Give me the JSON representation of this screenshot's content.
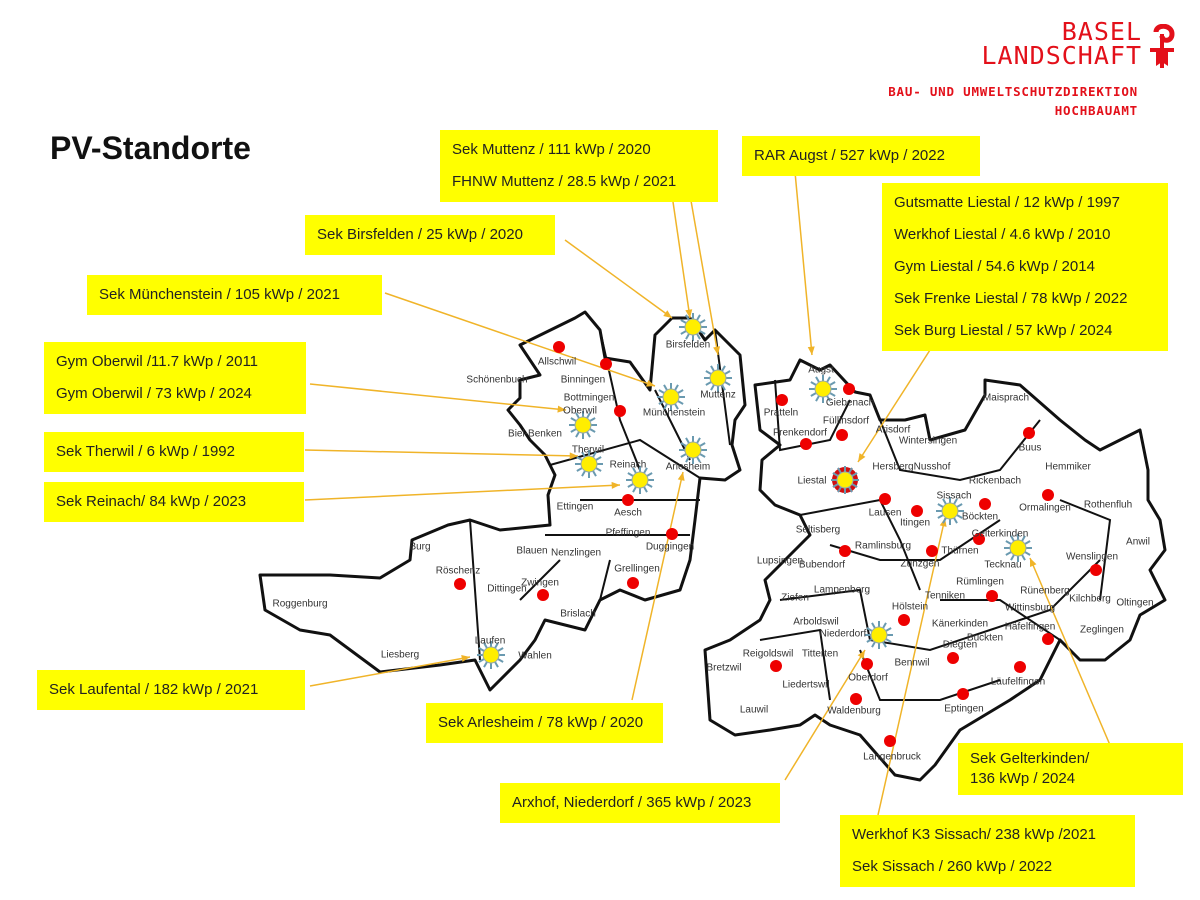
{
  "title": "PV-Standorte",
  "logo": {
    "line1": "BASEL",
    "line2": "LANDSCHAFT",
    "dept1": "BAU- UND UMWELTSCHUTZDIREKTION",
    "dept2": "HOCHBAUAMT"
  },
  "colors": {
    "box": "#ffff00",
    "logo": "#e3101a",
    "dot": "#ee0000",
    "arrow": "#f0b429",
    "sun": "#ffee00"
  },
  "municipalities": [
    "Allschwil",
    "Schönenbuch",
    "Binningen",
    "Bottmingen",
    "Oberwil",
    "Biel-Benken",
    "Therwil",
    "Reinach",
    "Arlesheim",
    "Münchenstein",
    "Birsfelden",
    "Muttenz",
    "Ettingen",
    "Aesch",
    "Pfeffingen",
    "Duggingen",
    "Blauen",
    "Nenzlingen",
    "Grellingen",
    "Burg",
    "Röschenz",
    "Dittingen",
    "Zwingen",
    "Brislach",
    "Roggenburg",
    "Liesberg",
    "Laufen",
    "Wahlen",
    "Pratteln",
    "Augst",
    "Giebenach",
    "Füllinsdorf",
    "Frenkendorf",
    "Arisdorf",
    "Liestal",
    "Hersberg",
    "Nusshof",
    "Wintersingen",
    "Maisprach",
    "Buus",
    "Hemmiker",
    "Rickenbach",
    "Ormalingen",
    "Rothenfluh",
    "Anwil",
    "Sissach",
    "Böckten",
    "Lausen",
    "Itingen",
    "Seltisberg",
    "Ramlinsburg",
    "Bubendorf",
    "Lupsingen",
    "Thürnen",
    "Zunzgen",
    "Gelterkinden",
    "Tecknau",
    "Wenslingen",
    "Rümlingen",
    "Tenniken",
    "Rünenberg",
    "Kilchberg",
    "Oltingen",
    "Wittinsburg",
    "Ziefen",
    "Lampenberg",
    "Hölstein",
    "Arboldswil",
    "Niederdorf",
    "Känerkinden",
    "Häfelfingen",
    "Buckten",
    "Zeglingen",
    "Reigoldswil",
    "Titterten",
    "Bretzwil",
    "Bennwil",
    "Diegten",
    "Oberdorf",
    "Liedertswil",
    "Läufelfingen",
    "Lauwil",
    "Waldenburg",
    "Eptingen",
    "Langenbruck"
  ],
  "boxes": [
    {
      "id": "muttenz",
      "lines": [
        "Sek Muttenz / 111 kWp / 2020",
        "FHNW Muttenz / 28.5 kWp / 2021"
      ]
    },
    {
      "id": "augst",
      "lines": [
        "RAR Augst / 527 kWp / 2022"
      ]
    },
    {
      "id": "liestal",
      "lines": [
        "Gutsmatte Liestal / 12 kWp / 1997",
        "Werkhof Liestal / 4.6 kWp / 2010",
        "Gym Liestal / 54.6 kWp / 2014",
        "Sek Frenke Liestal / 78 kWp / 2022",
        "Sek Burg Liestal / 57 kWp / 2024"
      ]
    },
    {
      "id": "birsfelden",
      "lines": [
        "Sek Birsfelden  / 25 kWp / 2020"
      ]
    },
    {
      "id": "muenchenstein",
      "lines": [
        "Sek Münchenstein  / 105 kWp / 2021"
      ]
    },
    {
      "id": "oberwil",
      "lines": [
        "Gym Oberwil /11.7 kWp / 2011",
        "Gym Oberwil  / 73 kWp / 2024"
      ]
    },
    {
      "id": "therwil",
      "lines": [
        "Sek Therwil  / 6 kWp / 1992"
      ]
    },
    {
      "id": "reinach",
      "lines": [
        "Sek Reinach/  84 kWp / 2023"
      ]
    },
    {
      "id": "laufental",
      "lines": [
        "Sek Laufental  / 182 kWp / 2021"
      ]
    },
    {
      "id": "arlesheim",
      "lines": [
        "Sek Arlesheim / 78 kWp / 2020"
      ]
    },
    {
      "id": "arxhof",
      "lines": [
        "Arxhof, Niederdorf  / 365 kWp / 2023"
      ]
    },
    {
      "id": "gelterkinden",
      "lines": [
        "Sek Gelterkinden/",
        "136 kWp / 2024"
      ]
    },
    {
      "id": "sissach",
      "lines": [
        "Werkhof K3 Sissach/ 238 kWp /2021",
        "Sek Sissach / 260 kWp / 2022"
      ]
    }
  ]
}
